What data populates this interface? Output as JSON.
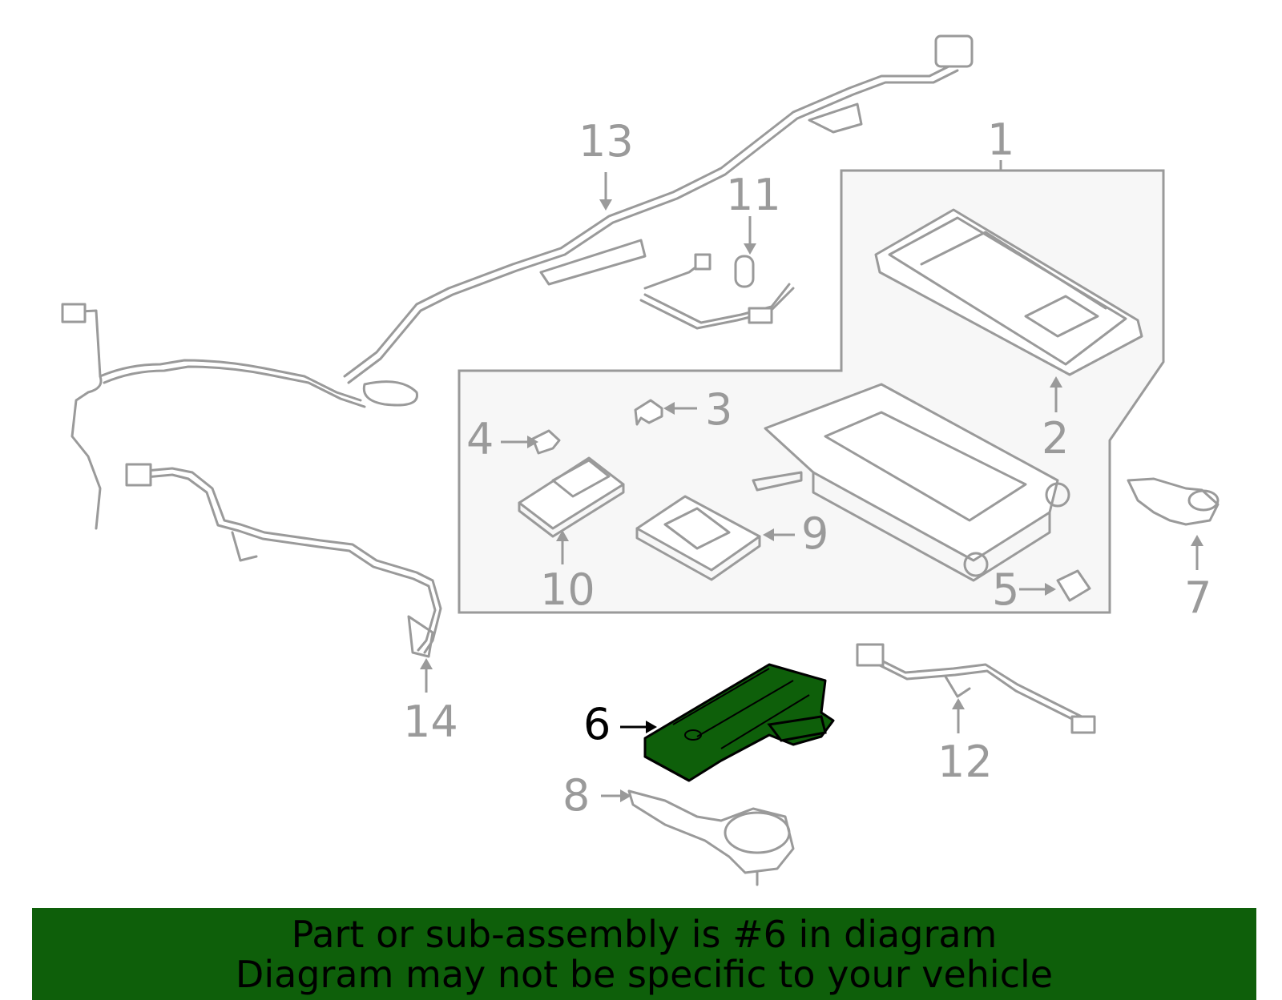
{
  "diagram": {
    "callouts": [
      "1",
      "2",
      "3",
      "4",
      "5",
      "6",
      "7",
      "8",
      "9",
      "10",
      "11",
      "12",
      "13",
      "14"
    ],
    "highlighted_callout": "6"
  },
  "colors": {
    "line_art": "#9a9a9a",
    "highlight_part": "#0e5f0a",
    "banner_background": "#0e5f0a",
    "panel_background": "#f7f7f7"
  },
  "banner": {
    "line1": "Part or sub-assembly is #6 in diagram",
    "line2": "Diagram may not be specific to your vehicle"
  }
}
